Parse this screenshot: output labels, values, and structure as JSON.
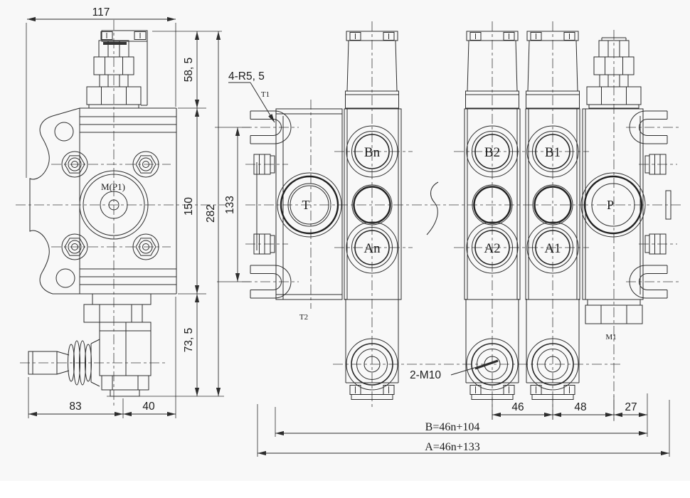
{
  "background": {
    "paper": "#f8f8f8",
    "margin": "#ffffff",
    "ink": "#2d2d2d"
  },
  "left_view": {
    "port_label": "M(P1)",
    "dims": {
      "top_width": "117",
      "cap_height": "58, 5",
      "body_height": "150",
      "overall_height": "282",
      "lower_height": "73, 5",
      "handle_length": "83",
      "stub_width": "40"
    }
  },
  "right_view": {
    "ports": {
      "t": "T",
      "p": "P",
      "bn": "Bn",
      "an": "An",
      "b2": "B2",
      "a2": "A2",
      "b1": "B1",
      "a1": "A1"
    },
    "labels": {
      "t1": "T1",
      "t2": "T2",
      "m1": "M1"
    },
    "callouts": {
      "slot_radius": "4-R5, 5",
      "stud": "2-M10"
    },
    "dims": {
      "mount_height": "133",
      "spacing": "46",
      "inlet_spacing": "48",
      "edge_offset": "27",
      "b_formula": "B=46n+104",
      "a_formula": "A=46n+133"
    }
  }
}
